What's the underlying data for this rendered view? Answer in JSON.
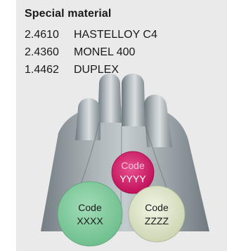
{
  "heading": "Special material",
  "materials": [
    {
      "number": "2.4610",
      "name": "HASTELLOY C4"
    },
    {
      "number": "2.4360",
      "name": "MONEL 400"
    },
    {
      "number": "1.4462",
      "name": "DUPLEX"
    }
  ],
  "codes": [
    {
      "line1": "Code",
      "line2": "YYYY",
      "color": "#d61a6a"
    },
    {
      "line1": "Code",
      "line2": "XXXX",
      "color": "#8ccfa6"
    },
    {
      "line1": "Code",
      "line2": "ZZZZ",
      "color": "#e3ead0"
    }
  ],
  "colors": {
    "panel_bg": "#eaeaea",
    "cable_gray": "#8f999e"
  }
}
